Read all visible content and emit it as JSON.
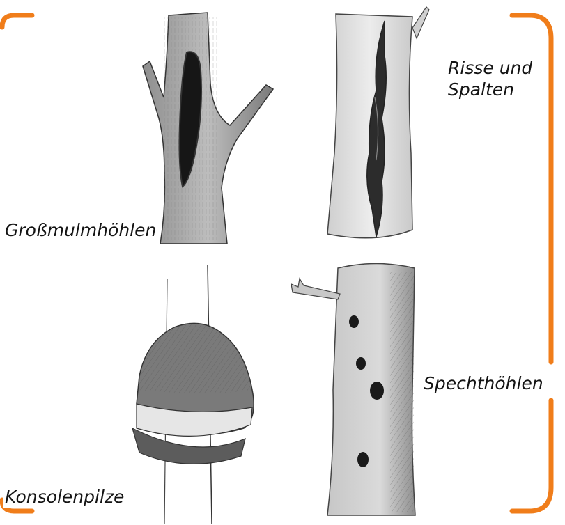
{
  "labels": {
    "grossmulm": "Großmulmhöhlen",
    "risse_line1": "Risse und",
    "risse_line2": "Spalten",
    "specht": "Spechthöhlen",
    "konsolen": "Konsolenpilze"
  },
  "colors": {
    "bracket": "#f07d1a",
    "text": "#141414",
    "sketch": "#2a2a2a"
  },
  "illustrations": [
    "tree-trunk-with-large-hollow",
    "tree-trunk-with-crack",
    "bracket-fungus-on-trunk",
    "tree-trunk-with-woodpecker-holes"
  ]
}
